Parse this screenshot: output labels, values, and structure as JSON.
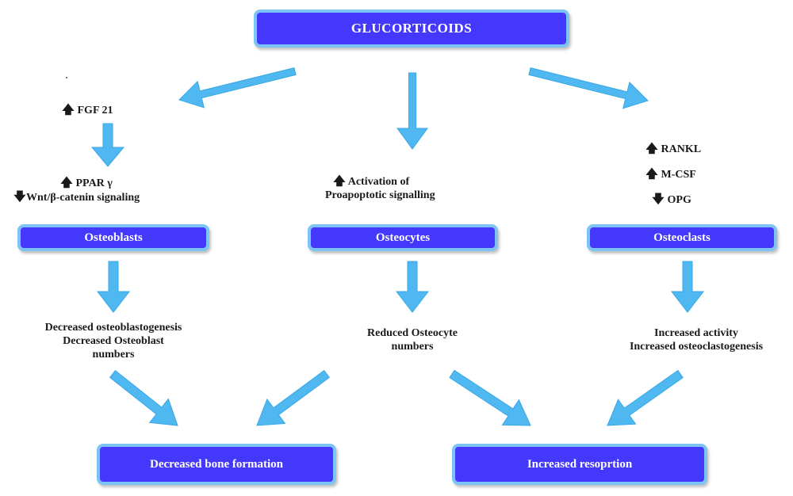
{
  "colors": {
    "box_fill": "#4338fc",
    "box_border": "#7cc4f4",
    "arrow_fill": "#4fb8f0",
    "arrow_stroke": "#3aa7e6",
    "text": "#1a1a1a",
    "box_text": "#ffffff"
  },
  "top_node": {
    "label": "GLUCORTICOIDS"
  },
  "left_branch": {
    "marker1": {
      "icon": "up-arrow-icon",
      "glyph": "🡅",
      "text": "FGF 21"
    },
    "marker2": {
      "icon": "up-arrow-icon",
      "glyph": "🡅",
      "text": "PPAR γ"
    },
    "marker3": {
      "icon": "down-arrow-icon",
      "glyph": "🡇",
      "text": "Wnt/β-catenin signaling"
    },
    "cell_label": "Osteoblasts",
    "outcome": [
      "Decreased osteoblastogenesis",
      "Decreased Osteoblast",
      "numbers"
    ]
  },
  "middle_branch": {
    "marker1": {
      "icon": "up-arrow-icon",
      "glyph": "🡅",
      "text": "Activation of"
    },
    "line2": "Proapoptotic signalling",
    "cell_label": "Osteocytes",
    "outcome": [
      "Reduced Osteocyte",
      "numbers"
    ]
  },
  "right_branch": {
    "marker1": {
      "icon": "up-arrow-icon",
      "glyph": "🡅",
      "text": "RANKL"
    },
    "marker2": {
      "icon": "up-arrow-icon",
      "glyph": "🡅",
      "text": "M-CSF"
    },
    "marker3": {
      "icon": "down-arrow-icon",
      "glyph": "🡇",
      "text": "OPG"
    },
    "cell_label": "Osteoclasts",
    "outcome": [
      "Increased activity",
      "Increased osteoclastogenesis"
    ]
  },
  "bottom_nodes": {
    "bone_formation": "Decreased bone formation",
    "resorption": "Increased resoprtion"
  },
  "edges": [
    {
      "from": "top_node",
      "to": "left_branch"
    },
    {
      "from": "top_node",
      "to": "middle_branch"
    },
    {
      "from": "top_node",
      "to": "right_branch"
    },
    {
      "from": "FGF 21",
      "to": "PPAR γ / Wnt"
    },
    {
      "from": "Osteoblasts",
      "to": "osteoblast-outcome"
    },
    {
      "from": "Osteocytes",
      "to": "osteocyte-outcome"
    },
    {
      "from": "Osteoclasts",
      "to": "osteoclast-outcome"
    },
    {
      "from": "osteoblast-outcome",
      "to": "bone_formation"
    },
    {
      "from": "osteocyte-outcome",
      "to": "bone_formation"
    },
    {
      "from": "osteocyte-outcome",
      "to": "resorption"
    },
    {
      "from": "osteoclast-outcome",
      "to": "resorption"
    }
  ]
}
